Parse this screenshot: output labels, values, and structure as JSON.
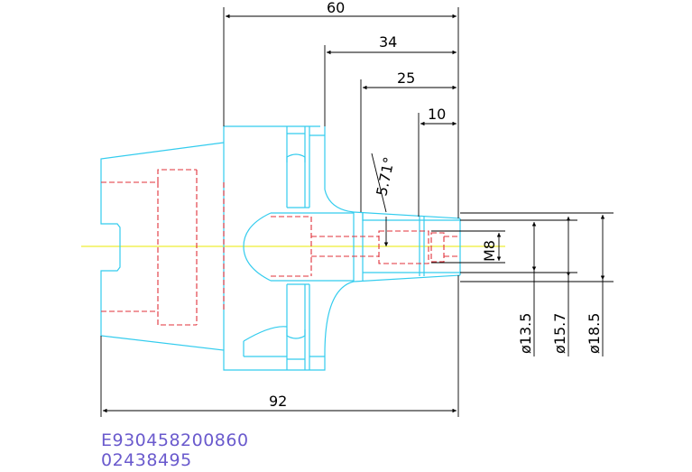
{
  "dimensions": {
    "overall_length": "92",
    "dim_60": "60",
    "dim_34": "34",
    "dim_25": "25",
    "dim_10": "10",
    "angle": "5.71°",
    "thread": "M8",
    "dia_1": "ø13.5",
    "dia_2": "ø15.7",
    "dia_3": "ø18.5"
  },
  "part_number": "E930458200860",
  "item_code": "02438495",
  "colors": {
    "outline": "#33ccee",
    "hidden": "#e0303a",
    "centerline": "#e8e800",
    "dimension": "#000000",
    "code_text": "#6a5acd"
  }
}
